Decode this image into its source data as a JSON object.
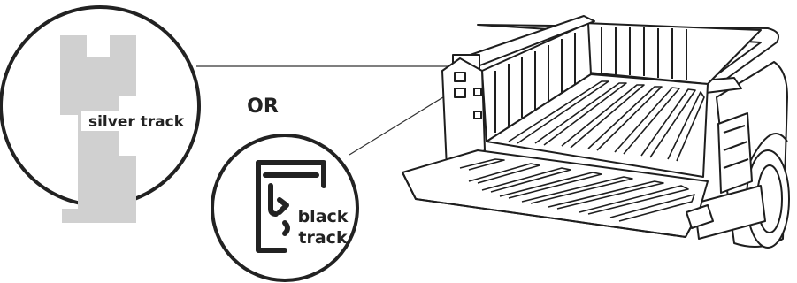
{
  "labels": {
    "silver": "silver track",
    "or": "OR",
    "black_line1": "black",
    "black_line2": "track"
  },
  "colors": {
    "silver_track": "#d0d0d0",
    "outline": "#222222",
    "background": "#ffffff"
  },
  "icons": [
    "silver-track-profile",
    "black-track-profile",
    "pickup-truck-bed"
  ]
}
